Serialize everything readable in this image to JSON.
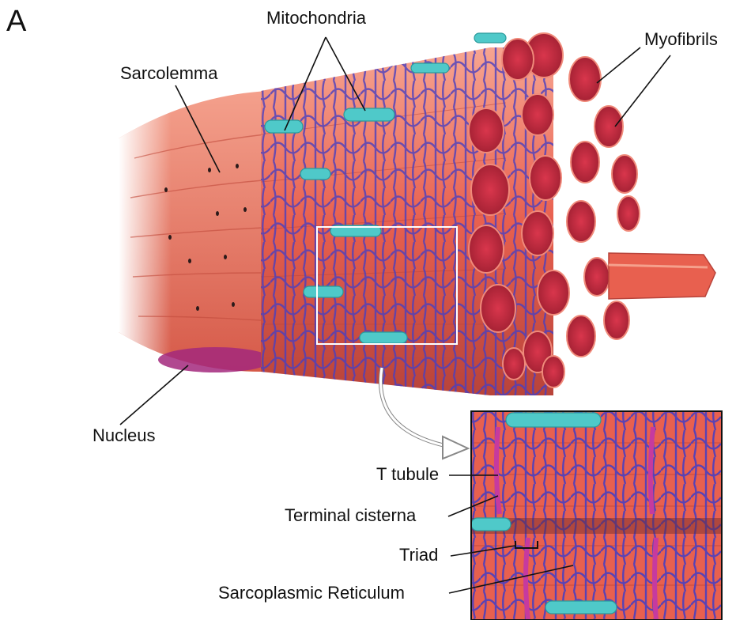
{
  "figure": {
    "panel_label": "A",
    "labels": {
      "mitochondria": "Mitochondria",
      "myofibrils": "Myofibrils",
      "sarcolemma": "Sarcolemma",
      "nucleus": "Nucleus",
      "t_tubule": "T tubule",
      "terminal_cisterna": "Terminal cisterna",
      "triad": "Triad",
      "sarcoplasmic_reticulum": "Sarcoplasmic Reticulum"
    }
  },
  "colors": {
    "muscle": "#e8604f",
    "muscle_light": "#f59a86",
    "myofibril_end": "#c4283d",
    "sr_network": "#5b4fc7",
    "mitochondria": "#4fc9c9",
    "nucleus": "#a3287d"
  }
}
